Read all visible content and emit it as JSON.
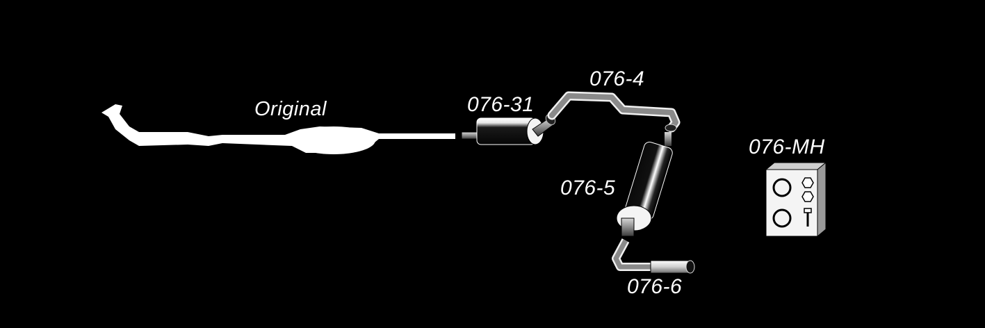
{
  "parts": [
    {
      "id": "original",
      "label": "Original"
    },
    {
      "id": "076-31",
      "label": "076-31"
    },
    {
      "id": "076-4",
      "label": "076-4"
    },
    {
      "id": "076-5",
      "label": "076-5"
    },
    {
      "id": "076-6",
      "label": "076-6"
    },
    {
      "id": "076-MH",
      "label": "076-MH"
    }
  ],
  "colors": {
    "background": "#000000",
    "label": "#ffffff",
    "original_part": "#ffffff",
    "pipe_fill": "#a6a6a6",
    "muffler_dark": "#111111",
    "muffler_light": "#f2f2f2"
  }
}
